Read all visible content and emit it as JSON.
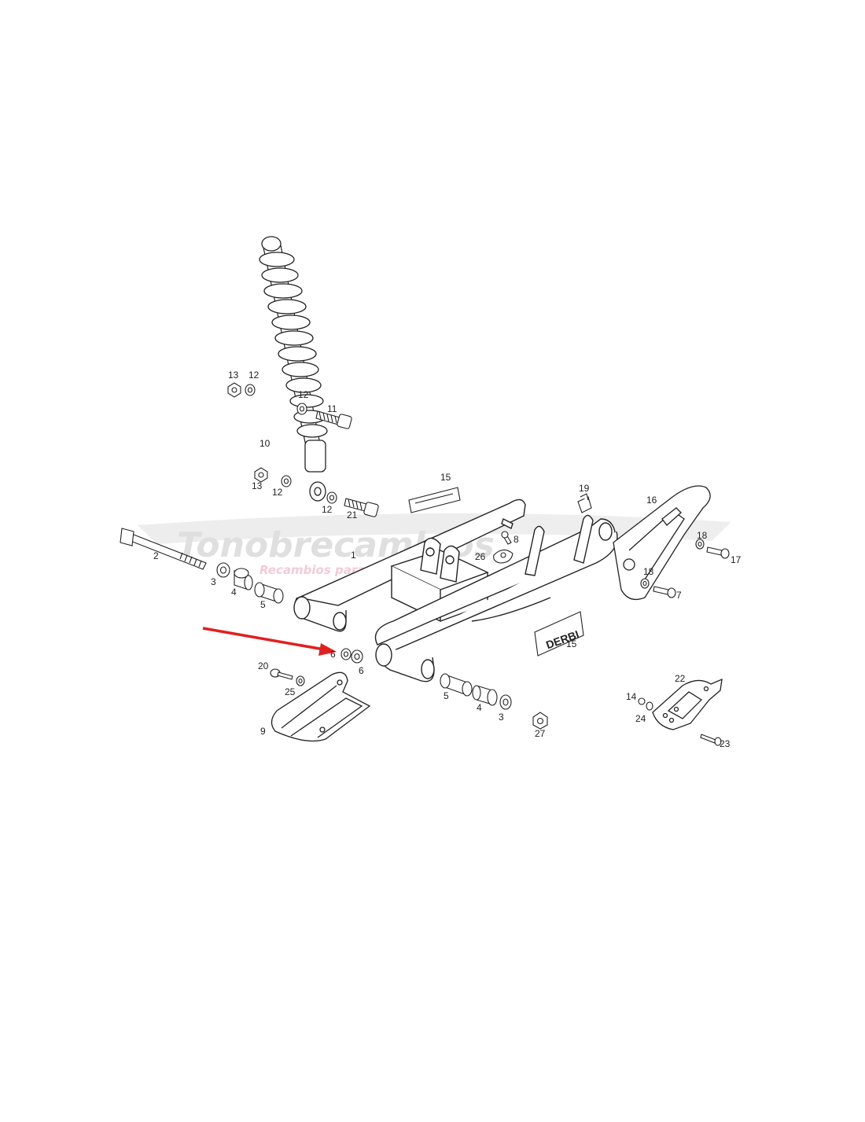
{
  "diagram": {
    "part_numbers": [
      "1",
      "2",
      "3",
      "4",
      "5",
      "6",
      "7",
      "8",
      "9",
      "10",
      "11",
      "12",
      "13",
      "14",
      "15",
      "16",
      "17",
      "18",
      "19",
      "20",
      "21",
      "22",
      "23",
      "24",
      "25",
      "26",
      "27"
    ],
    "callouts": {
      "1": "1",
      "2": "2",
      "3_left": "3",
      "3_right": "3",
      "4_left": "4",
      "4_right": "4",
      "5_left": "5",
      "5_right": "5",
      "6_left": "6",
      "6_right": "6",
      "7": "7",
      "8": "8",
      "9": "9",
      "10": "10",
      "11": "11",
      "12_top": "12",
      "12_mid": "12",
      "12_lower": "12",
      "12_bottom": "12",
      "13_top": "13",
      "13_bottom": "13",
      "14": "14",
      "15_top": "15",
      "15_bottom": "15",
      "16": "16",
      "17": "17",
      "18_top": "18",
      "18_bottom": "18",
      "19": "19",
      "20": "20",
      "21": "21",
      "22": "22",
      "23": "23",
      "24": "24",
      "25": "25",
      "26": "26",
      "27": "27"
    },
    "decal_text": "DERBI",
    "watermark_text": "Tonobrecambios",
    "watermark_tagline": "Recambios para tu moto",
    "arrow_color": "#e02020",
    "line_color": "#222222",
    "watermark_color": "#d8d8d8",
    "watermark_accent": "#f2c6d4",
    "highlighted_part": "6"
  }
}
